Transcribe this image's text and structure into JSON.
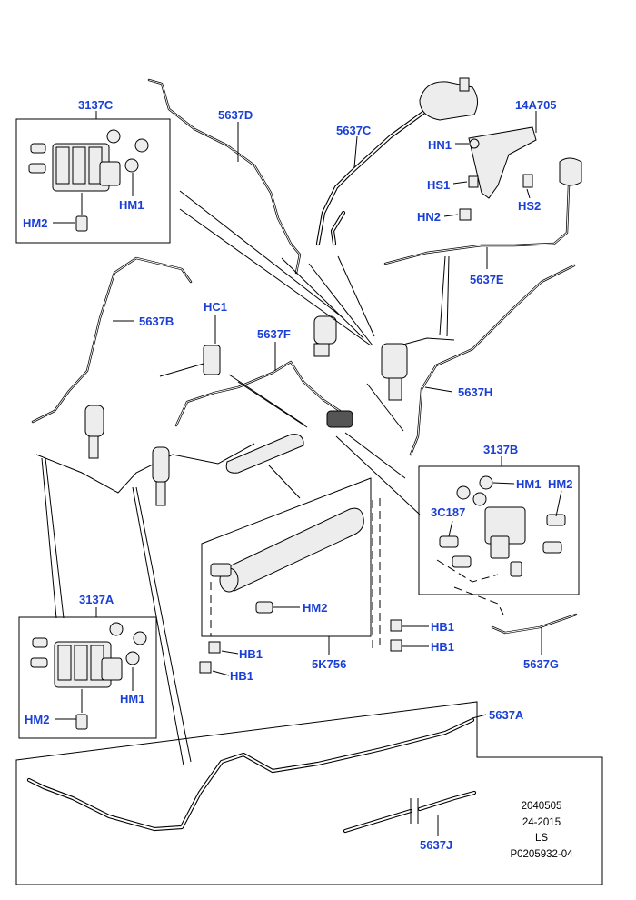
{
  "callouts": {
    "c3137C": "3137C",
    "c5637D": "5637D",
    "c5637C": "5637C",
    "c14A705": "14A705",
    "hn1": "HN1",
    "hs1": "HS1",
    "hn2": "HN2",
    "hs2": "HS2",
    "hm1_top": "HM1",
    "hm2_top": "HM2",
    "c5637E": "5637E",
    "c5637B": "5637B",
    "hc1": "HC1",
    "c5637F": "5637F",
    "c5637H": "5637H",
    "c3137B": "3137B",
    "hm1_b": "HM1",
    "hm2_b": "HM2",
    "c3C187": "3C187",
    "hm2_mid": "HM2",
    "hb1_a": "HB1",
    "hb1_b": "HB1",
    "hb1_c": "HB1",
    "hb1_d": "HB1",
    "c5K756": "5K756",
    "c5637G": "5637G",
    "c3137A": "3137A",
    "hm1_a": "HM1",
    "hm2_a": "HM2",
    "c5637A": "5637A",
    "c5637J": "5637J"
  },
  "reference": {
    "line1": "2040505",
    "line2": "24-2015",
    "line3": "LS",
    "line4": "P0205932-04"
  },
  "colors": {
    "callout": "#1a3fd6",
    "line": "#000000",
    "background": "#ffffff"
  }
}
